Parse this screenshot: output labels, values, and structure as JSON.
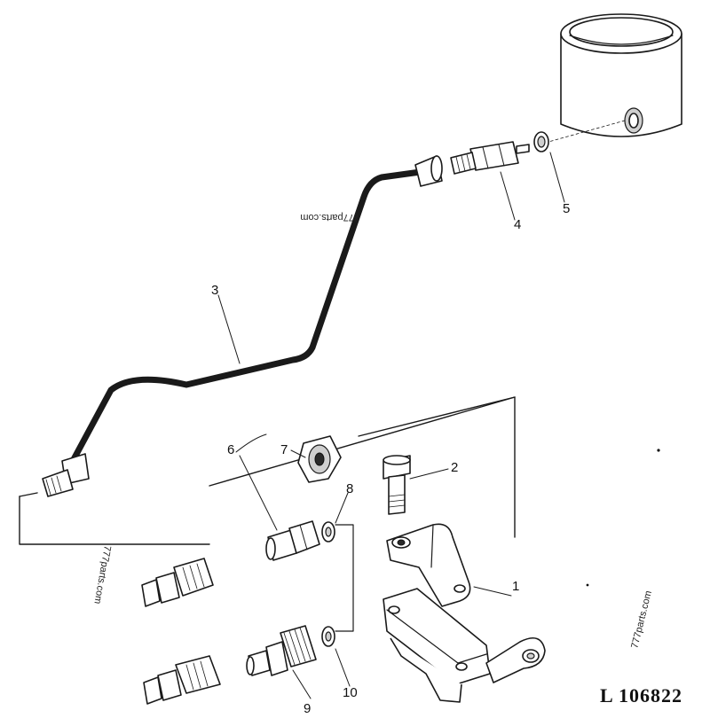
{
  "diagram": {
    "reference_number": "L 106822",
    "watermarks": [
      "777parts.com",
      "777parts.com",
      "777parts.com"
    ],
    "callouts": [
      {
        "label": "1",
        "part": "bracket"
      },
      {
        "label": "2",
        "part": "bolt"
      },
      {
        "label": "3",
        "part": "oil-line"
      },
      {
        "label": "4",
        "part": "connector"
      },
      {
        "label": "5",
        "part": "washer"
      },
      {
        "label": "6",
        "part": "fitting-group"
      },
      {
        "label": "7",
        "part": "nut"
      },
      {
        "label": "8",
        "part": "washer"
      },
      {
        "label": "9",
        "part": "knurled-fitting"
      },
      {
        "label": "10",
        "part": "washer"
      }
    ]
  }
}
